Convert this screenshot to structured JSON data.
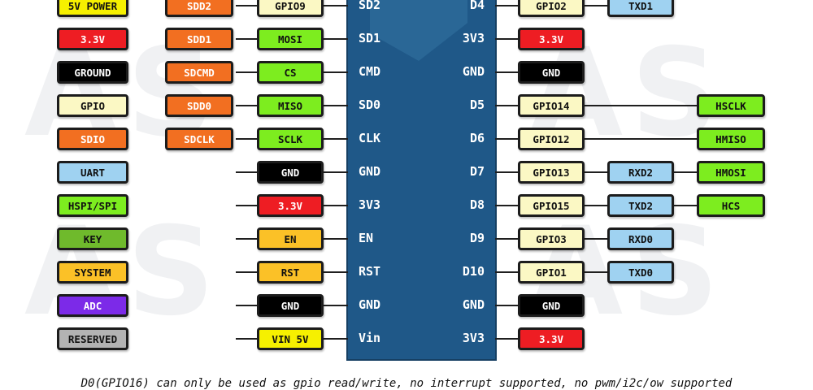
{
  "footnote": "D0(GPIO16) can only be used as gpio read/write, no interrupt supported, no pwm/i2c/ow supported",
  "legend": [
    {
      "label": "5V POWER",
      "bg": "#f6f000",
      "fg": "#111111"
    },
    {
      "label": "3.3V",
      "bg": "#ee1d23",
      "fg": "#ffffff"
    },
    {
      "label": "GROUND",
      "bg": "#000000",
      "fg": "#ffffff"
    },
    {
      "label": "GPIO",
      "bg": "#fbf8c4",
      "fg": "#111111"
    },
    {
      "label": "SDIO",
      "bg": "#f26f21",
      "fg": "#ffffff"
    },
    {
      "label": "UART",
      "bg": "#9fd2f1",
      "fg": "#111111"
    },
    {
      "label": "HSPI/SPI",
      "bg": "#7ded1f",
      "fg": "#111111"
    },
    {
      "label": "KEY",
      "bg": "#6fba2c",
      "fg": "#111111"
    },
    {
      "label": "SYSTEM",
      "bg": "#fbc127",
      "fg": "#111111"
    },
    {
      "label": "ADC",
      "bg": "#7c2ae8",
      "fg": "#ffffff"
    },
    {
      "label": "RESERVED",
      "bg": "#b3b3b3",
      "fg": "#111111"
    }
  ],
  "left_pins": [
    {
      "pin": "SD2",
      "sdio": "SDD2",
      "func": {
        "label": "GPIO9",
        "bg": "#fbf8c4",
        "fg": "#111111"
      }
    },
    {
      "pin": "SD1",
      "sdio": "SDD1",
      "func": {
        "label": "MOSI",
        "bg": "#7ded1f",
        "fg": "#111111"
      }
    },
    {
      "pin": "CMD",
      "sdio": "SDCMD",
      "func": {
        "label": "CS",
        "bg": "#7ded1f",
        "fg": "#111111"
      }
    },
    {
      "pin": "SD0",
      "sdio": "SDD0",
      "func": {
        "label": "MISO",
        "bg": "#7ded1f",
        "fg": "#111111"
      }
    },
    {
      "pin": "CLK",
      "sdio": "SDCLK",
      "func": {
        "label": "SCLK",
        "bg": "#7ded1f",
        "fg": "#111111"
      }
    },
    {
      "pin": "GND",
      "sdio": null,
      "func": {
        "label": "GND",
        "bg": "#000000",
        "fg": "#ffffff"
      }
    },
    {
      "pin": "3V3",
      "sdio": null,
      "func": {
        "label": "3.3V",
        "bg": "#ee1d23",
        "fg": "#ffffff"
      }
    },
    {
      "pin": "EN",
      "sdio": null,
      "func": {
        "label": "EN",
        "bg": "#fbc127",
        "fg": "#111111"
      }
    },
    {
      "pin": "RST",
      "sdio": null,
      "func": {
        "label": "RST",
        "bg": "#fbc127",
        "fg": "#111111"
      }
    },
    {
      "pin": "GND",
      "sdio": null,
      "func": {
        "label": "GND",
        "bg": "#000000",
        "fg": "#ffffff"
      }
    },
    {
      "pin": "Vin",
      "sdio": null,
      "func": {
        "label": "VIN 5V",
        "bg": "#f6f000",
        "fg": "#111111"
      }
    }
  ],
  "right_pins": [
    {
      "pin": "D4",
      "gpio": {
        "label": "GPIO2",
        "bg": "#fbf8c4",
        "fg": "#111111"
      },
      "uart": "TXD1",
      "hspi": null
    },
    {
      "pin": "3V3",
      "gpio": {
        "label": "3.3V",
        "bg": "#ee1d23",
        "fg": "#ffffff"
      },
      "uart": null,
      "hspi": null
    },
    {
      "pin": "GND",
      "gpio": {
        "label": "GND",
        "bg": "#000000",
        "fg": "#ffffff"
      },
      "uart": null,
      "hspi": null
    },
    {
      "pin": "D5",
      "gpio": {
        "label": "GPIO14",
        "bg": "#fbf8c4",
        "fg": "#111111"
      },
      "uart": null,
      "hspi": "HSCLK"
    },
    {
      "pin": "D6",
      "gpio": {
        "label": "GPIO12",
        "bg": "#fbf8c4",
        "fg": "#111111"
      },
      "uart": null,
      "hspi": "HMISO"
    },
    {
      "pin": "D7",
      "gpio": {
        "label": "GPIO13",
        "bg": "#fbf8c4",
        "fg": "#111111"
      },
      "uart": "RXD2",
      "hspi": "HMOSI"
    },
    {
      "pin": "D8",
      "gpio": {
        "label": "GPIO15",
        "bg": "#fbf8c4",
        "fg": "#111111"
      },
      "uart": "TXD2",
      "hspi": "HCS"
    },
    {
      "pin": "D9",
      "gpio": {
        "label": "GPIO3",
        "bg": "#fbf8c4",
        "fg": "#111111"
      },
      "uart": "RXD0",
      "hspi": null
    },
    {
      "pin": "D10",
      "gpio": {
        "label": "GPIO1",
        "bg": "#fbf8c4",
        "fg": "#111111"
      },
      "uart": "TXD0",
      "hspi": null
    },
    {
      "pin": "GND",
      "gpio": {
        "label": "GND",
        "bg": "#000000",
        "fg": "#ffffff"
      },
      "uart": null,
      "hspi": null
    },
    {
      "pin": "3V3",
      "gpio": {
        "label": "3.3V",
        "bg": "#ee1d23",
        "fg": "#ffffff"
      },
      "uart": null,
      "hspi": null
    }
  ],
  "colors": {
    "sdio": "#f26f21",
    "uart": "#9fd2f1",
    "hspi": "#7ded1f",
    "board": "#1f5888"
  }
}
